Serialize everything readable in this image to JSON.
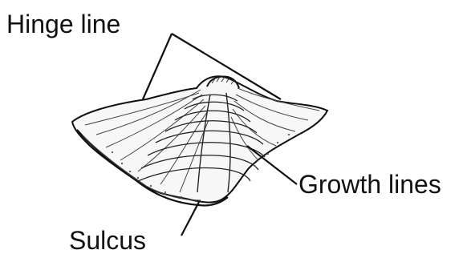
{
  "labels": {
    "hinge_line": "Hinge line",
    "growth_lines": "Growth lines",
    "sulcus": "Sulcus"
  },
  "colors": {
    "ink": "#111111",
    "shell_fill": "#f7f7f7",
    "shading": "#555555",
    "background": "#ffffff"
  }
}
